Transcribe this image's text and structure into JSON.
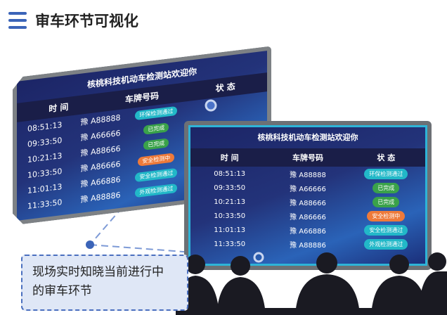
{
  "header": {
    "title": "审车环节可视化",
    "icon": "menu-icon"
  },
  "board": {
    "title": "核桃科技机动车检测站欢迎你",
    "columns": [
      "时 间",
      "车牌号码",
      "状 态"
    ],
    "rows": [
      {
        "time": "08:51:13",
        "plate": "豫 A88888",
        "status": "环保检测通过",
        "color": "#22b8c8"
      },
      {
        "time": "09:33:50",
        "plate": "豫 A66666",
        "status": "已完成",
        "color": "#3aa24a"
      },
      {
        "time": "10:21:13",
        "plate": "豫 A88666",
        "status": "已完成",
        "color": "#3aa24a"
      },
      {
        "time": "10:33:50",
        "plate": "豫 A86666",
        "status": "安全检测中",
        "color": "#ee7a3a"
      },
      {
        "time": "11:01:13",
        "plate": "豫 A66886",
        "status": "安全检测通过",
        "color": "#22b8c8"
      },
      {
        "time": "11:33:50",
        "plate": "豫 A88886",
        "status": "外观检测通过",
        "color": "#22b8c8"
      }
    ]
  },
  "callout": {
    "text_line1": "现场实时知晓当前进行中",
    "text_line2": "的审车环节"
  }
}
